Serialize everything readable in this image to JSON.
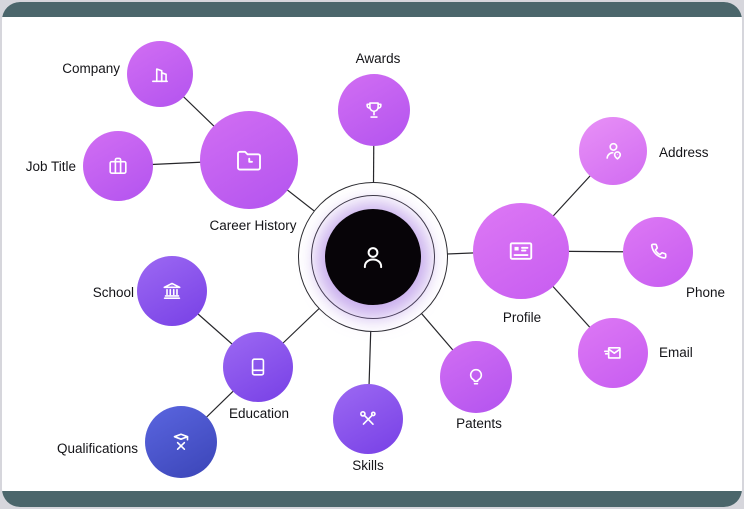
{
  "app": {
    "background_color": "#d6d6dc",
    "card_color": "#ffffff",
    "band_color": "#4b666b",
    "line_color": "#26262a",
    "label_color": "#141418"
  },
  "diagram": {
    "center": {
      "id": "user",
      "icon": "person-icon",
      "fill": "#070408",
      "glow": "#b28ce6"
    },
    "nodes": [
      {
        "id": "career-history",
        "label": "Career History",
        "icon": "folder-history-icon",
        "color_group": "magenta",
        "size": "large",
        "label_position": "below"
      },
      {
        "id": "company",
        "label": "Company",
        "icon": "building-icon",
        "color_group": "magenta",
        "size": "small",
        "label_position": "left"
      },
      {
        "id": "job-title",
        "label": "Job Title",
        "icon": "briefcase-icon",
        "color_group": "magenta",
        "size": "small",
        "label_position": "left"
      },
      {
        "id": "awards",
        "label": "Awards",
        "icon": "trophy-icon",
        "color_group": "magenta",
        "size": "small",
        "label_position": "above"
      },
      {
        "id": "profile",
        "label": "Profile",
        "icon": "contact-card-icon",
        "color_group": "pink",
        "size": "large",
        "label_position": "below"
      },
      {
        "id": "address",
        "label": "Address",
        "icon": "person-pin-icon",
        "color_group": "lightpink",
        "size": "small",
        "label_position": "right"
      },
      {
        "id": "phone",
        "label": "Phone",
        "icon": "phone-icon",
        "color_group": "pink",
        "size": "small",
        "label_position": "right"
      },
      {
        "id": "email",
        "label": "Email",
        "icon": "email-send-icon",
        "color_group": "pink",
        "size": "small",
        "label_position": "right"
      },
      {
        "id": "school",
        "label": "School",
        "icon": "university-icon",
        "color_group": "violet",
        "size": "small",
        "label_position": "left"
      },
      {
        "id": "education",
        "label": "Education",
        "icon": "book-icon",
        "color_group": "violet",
        "size": "small",
        "label_position": "below"
      },
      {
        "id": "qualifications",
        "label": "Qualifications",
        "icon": "graduate-icon",
        "color_group": "indigo",
        "size": "small",
        "label_position": "left"
      },
      {
        "id": "skills",
        "label": "Skills",
        "icon": "tools-icon",
        "color_group": "violet",
        "size": "small",
        "label_position": "below"
      },
      {
        "id": "patents",
        "label": "Patents",
        "icon": "lightbulb-icon",
        "color_group": "magenta",
        "size": "small",
        "label_position": "below"
      }
    ],
    "edges": [
      [
        "user",
        "career-history"
      ],
      [
        "user",
        "awards"
      ],
      [
        "user",
        "profile"
      ],
      [
        "user",
        "education"
      ],
      [
        "user",
        "skills"
      ],
      [
        "user",
        "patents"
      ],
      [
        "career-history",
        "company"
      ],
      [
        "career-history",
        "job-title"
      ],
      [
        "profile",
        "address"
      ],
      [
        "profile",
        "phone"
      ],
      [
        "profile",
        "email"
      ],
      [
        "education",
        "school"
      ],
      [
        "education",
        "qualifications"
      ]
    ],
    "colors": {
      "magenta_start": "#d06df3",
      "magenta_end": "#b656ef",
      "pink_start": "#dc77f4",
      "pink_end": "#c95ff1",
      "lightpink_start": "#e78ff6",
      "lightpink_end": "#d36ff2",
      "violet_start": "#9b67f2",
      "violet_end": "#7b44e7",
      "indigo_start": "#5964de",
      "indigo_end": "#3e48bb"
    }
  }
}
